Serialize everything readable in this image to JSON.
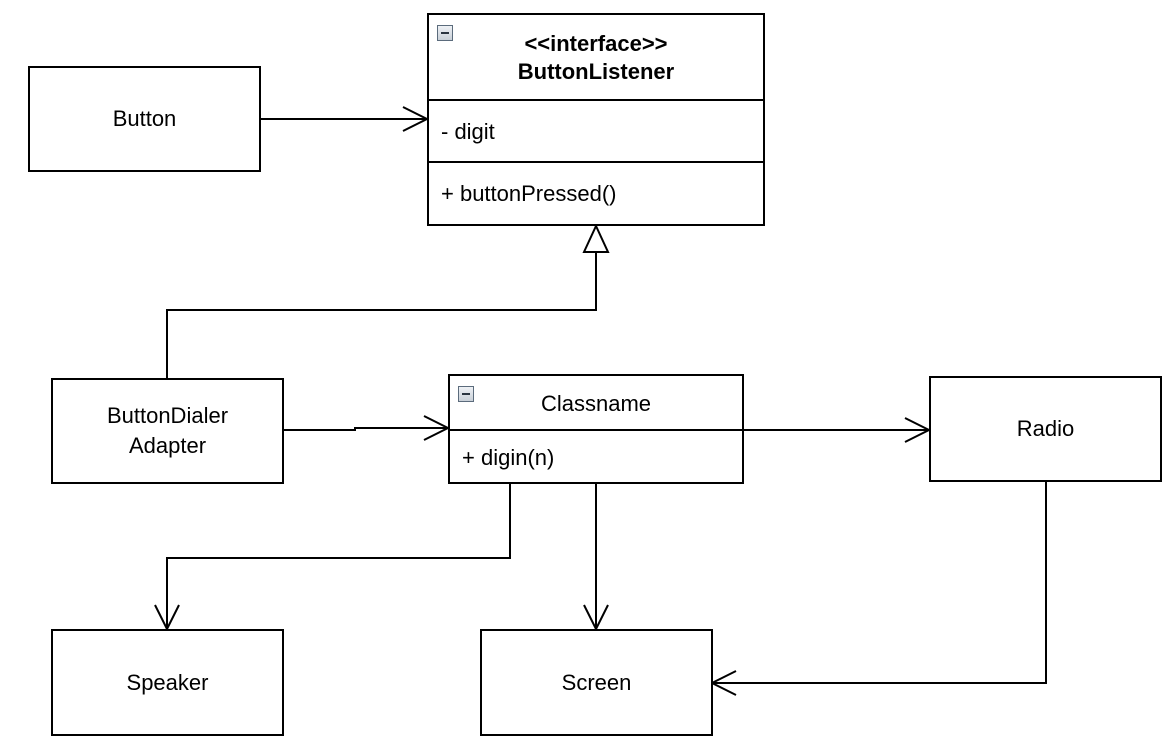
{
  "diagram": {
    "button": {
      "label": "Button"
    },
    "button_listener": {
      "stereotype": "<<interface>>",
      "name": "ButtonListener",
      "attribute": "- digit",
      "operation": "+ buttonPressed()"
    },
    "button_dialer_adapter": {
      "line1": "ButtonDialer",
      "line2": "Adapter"
    },
    "classname": {
      "name": "Classname",
      "operation": "+ digin(n)"
    },
    "radio": {
      "label": "Radio"
    },
    "speaker": {
      "label": "Speaker"
    },
    "screen": {
      "label": "Screen"
    }
  },
  "colors": {
    "stroke": "#000000",
    "background": "#ffffff"
  },
  "icons": {
    "collapse": "collapse-minus-icon"
  }
}
